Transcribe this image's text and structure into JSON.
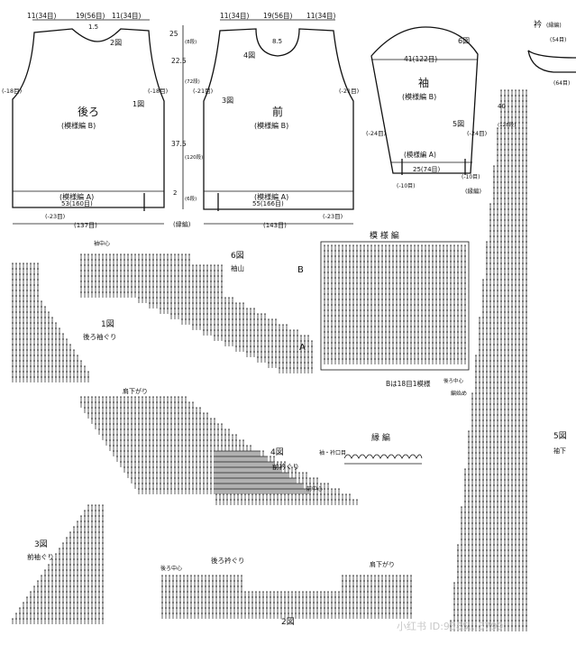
{
  "top": {
    "back": {
      "title": "後ろ",
      "pattern": "(模様編 B)",
      "hem_pattern": "(模様編 A)",
      "figure": "1図",
      "shoulder_figure": "2図",
      "dim_top_left": "11(34目)",
      "dim_neck": "19(56目)",
      "dim_top_right": "11(34目)",
      "neck_depth": "1.5",
      "side_left": "(-18目)",
      "side_right": "(-18目)",
      "width": "53(160目)",
      "hem_side": "(-23目)",
      "total": "(137目)"
    },
    "front": {
      "title": "前",
      "pattern": "(模様編 B)",
      "hem_pattern": "(模様編 A)",
      "figure": "3図",
      "neck_figure": "4図",
      "dim_top_left": "11(34目)",
      "dim_neck": "19(56目)",
      "dim_top_right": "11(34目)",
      "neck_depth": "8.5",
      "side_left": "(-21目)",
      "side_right": "(-21目)",
      "width": "55(166目)",
      "hem_side": "(-23目)",
      "total": "(143目)"
    },
    "sleeve": {
      "title": "袖",
      "pattern": "(模様編 B)",
      "hem_pattern": "(模様編 A)",
      "figure": "6図",
      "cap_figure": "5図",
      "width": "41(122目)",
      "cuff": "25(74目)",
      "side_left": "(-24目)",
      "side_right": "(-24目)",
      "cuff_side_left": "(-10目)",
      "cuff_side_right": "(-10目)",
      "cuff_label": "(縁編)"
    },
    "middle": {
      "v1": "25",
      "v1b": "(8段)",
      "v2": "22.5",
      "v2b": "(72段)",
      "v3": "37.5",
      "v3b": "(120段)",
      "v4": "2",
      "v4b": "(6段)",
      "hem": "(縁編)"
    },
    "collar": {
      "title": "衿",
      "pattern": "(縁編)",
      "d1": "(54目)",
      "d2": "(64目)",
      "v1": "40",
      "v2": "(128段)"
    }
  },
  "charts": {
    "fig6_label": "6図",
    "fig6_sub": "袖山",
    "fig6_center": "袖中心",
    "fig1_label": "1図",
    "fig1_sub": "後ろ袖ぐり",
    "shoulder1": "肩下がり",
    "fig4_label": "4図",
    "fig4_sub": "前衿ぐり",
    "fig4_center": "前中心",
    "fig3_label": "3図",
    "fig3_sub": "前袖ぐり",
    "fig2_label": "2図",
    "fig2_center": "後ろ中心",
    "fig2_sub": "後ろ衿ぐり",
    "shoulder2": "肩下がり",
    "fig5_label": "5図",
    "fig5_sub": "袖下"
  },
  "pattern_block": {
    "title": "模 様 編",
    "label_b": "B",
    "label_a": "A",
    "note": "Bは18目1模様",
    "back_center": "後ろ中心",
    "start": "編始め"
  },
  "edging": {
    "title": "縁 編",
    "pick": "袖・衿口目"
  },
  "watermark": {
    "text": "小红书 ID:9585...5799"
  }
}
